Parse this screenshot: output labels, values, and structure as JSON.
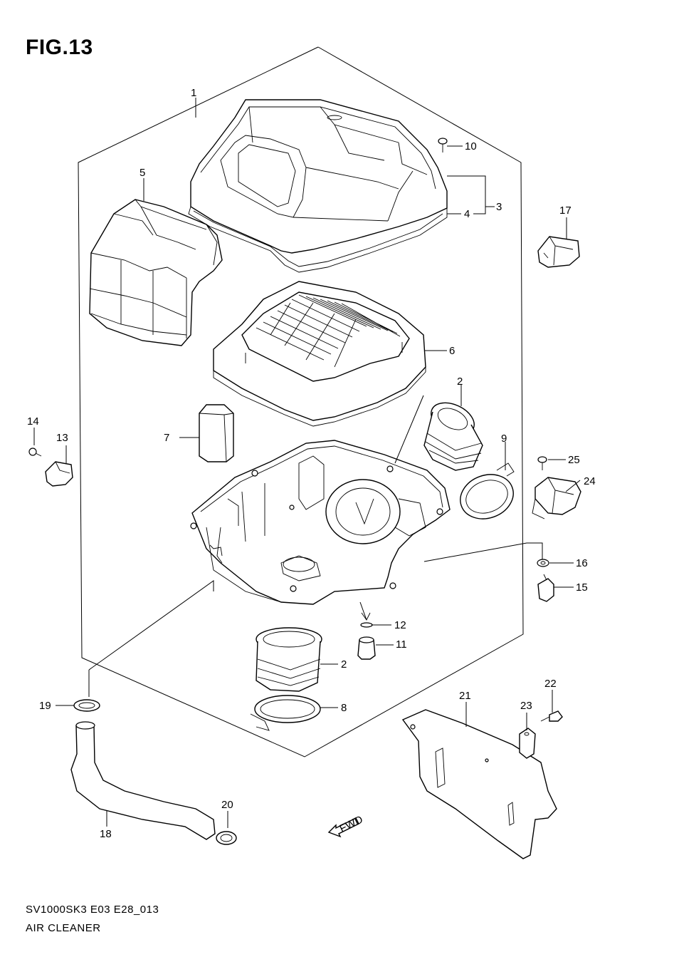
{
  "figure": {
    "title": "FIG.13",
    "model_code": "SV1000SK3 E03 E28_013",
    "section_name": "AIR CLEANER"
  },
  "callouts": [
    {
      "id": "c1",
      "label": "1"
    },
    {
      "id": "c2a",
      "label": "2"
    },
    {
      "id": "c2b",
      "label": "2"
    },
    {
      "id": "c3",
      "label": "3"
    },
    {
      "id": "c4",
      "label": "4"
    },
    {
      "id": "c5",
      "label": "5"
    },
    {
      "id": "c6",
      "label": "6"
    },
    {
      "id": "c7",
      "label": "7"
    },
    {
      "id": "c8",
      "label": "8"
    },
    {
      "id": "c9",
      "label": "9"
    },
    {
      "id": "c10",
      "label": "10"
    },
    {
      "id": "c11",
      "label": "11"
    },
    {
      "id": "c12",
      "label": "12"
    },
    {
      "id": "c13",
      "label": "13"
    },
    {
      "id": "c14",
      "label": "14"
    },
    {
      "id": "c15",
      "label": "15"
    },
    {
      "id": "c16",
      "label": "16"
    },
    {
      "id": "c17",
      "label": "17"
    },
    {
      "id": "c18",
      "label": "18"
    },
    {
      "id": "c19",
      "label": "19"
    },
    {
      "id": "c20",
      "label": "20"
    },
    {
      "id": "c21",
      "label": "21"
    },
    {
      "id": "c22",
      "label": "22"
    },
    {
      "id": "c23",
      "label": "23"
    },
    {
      "id": "c24",
      "label": "24"
    },
    {
      "id": "c25",
      "label": "25"
    }
  ],
  "direction_marker": {
    "label": "FWD",
    "icon": "forward-arrow-icon"
  }
}
